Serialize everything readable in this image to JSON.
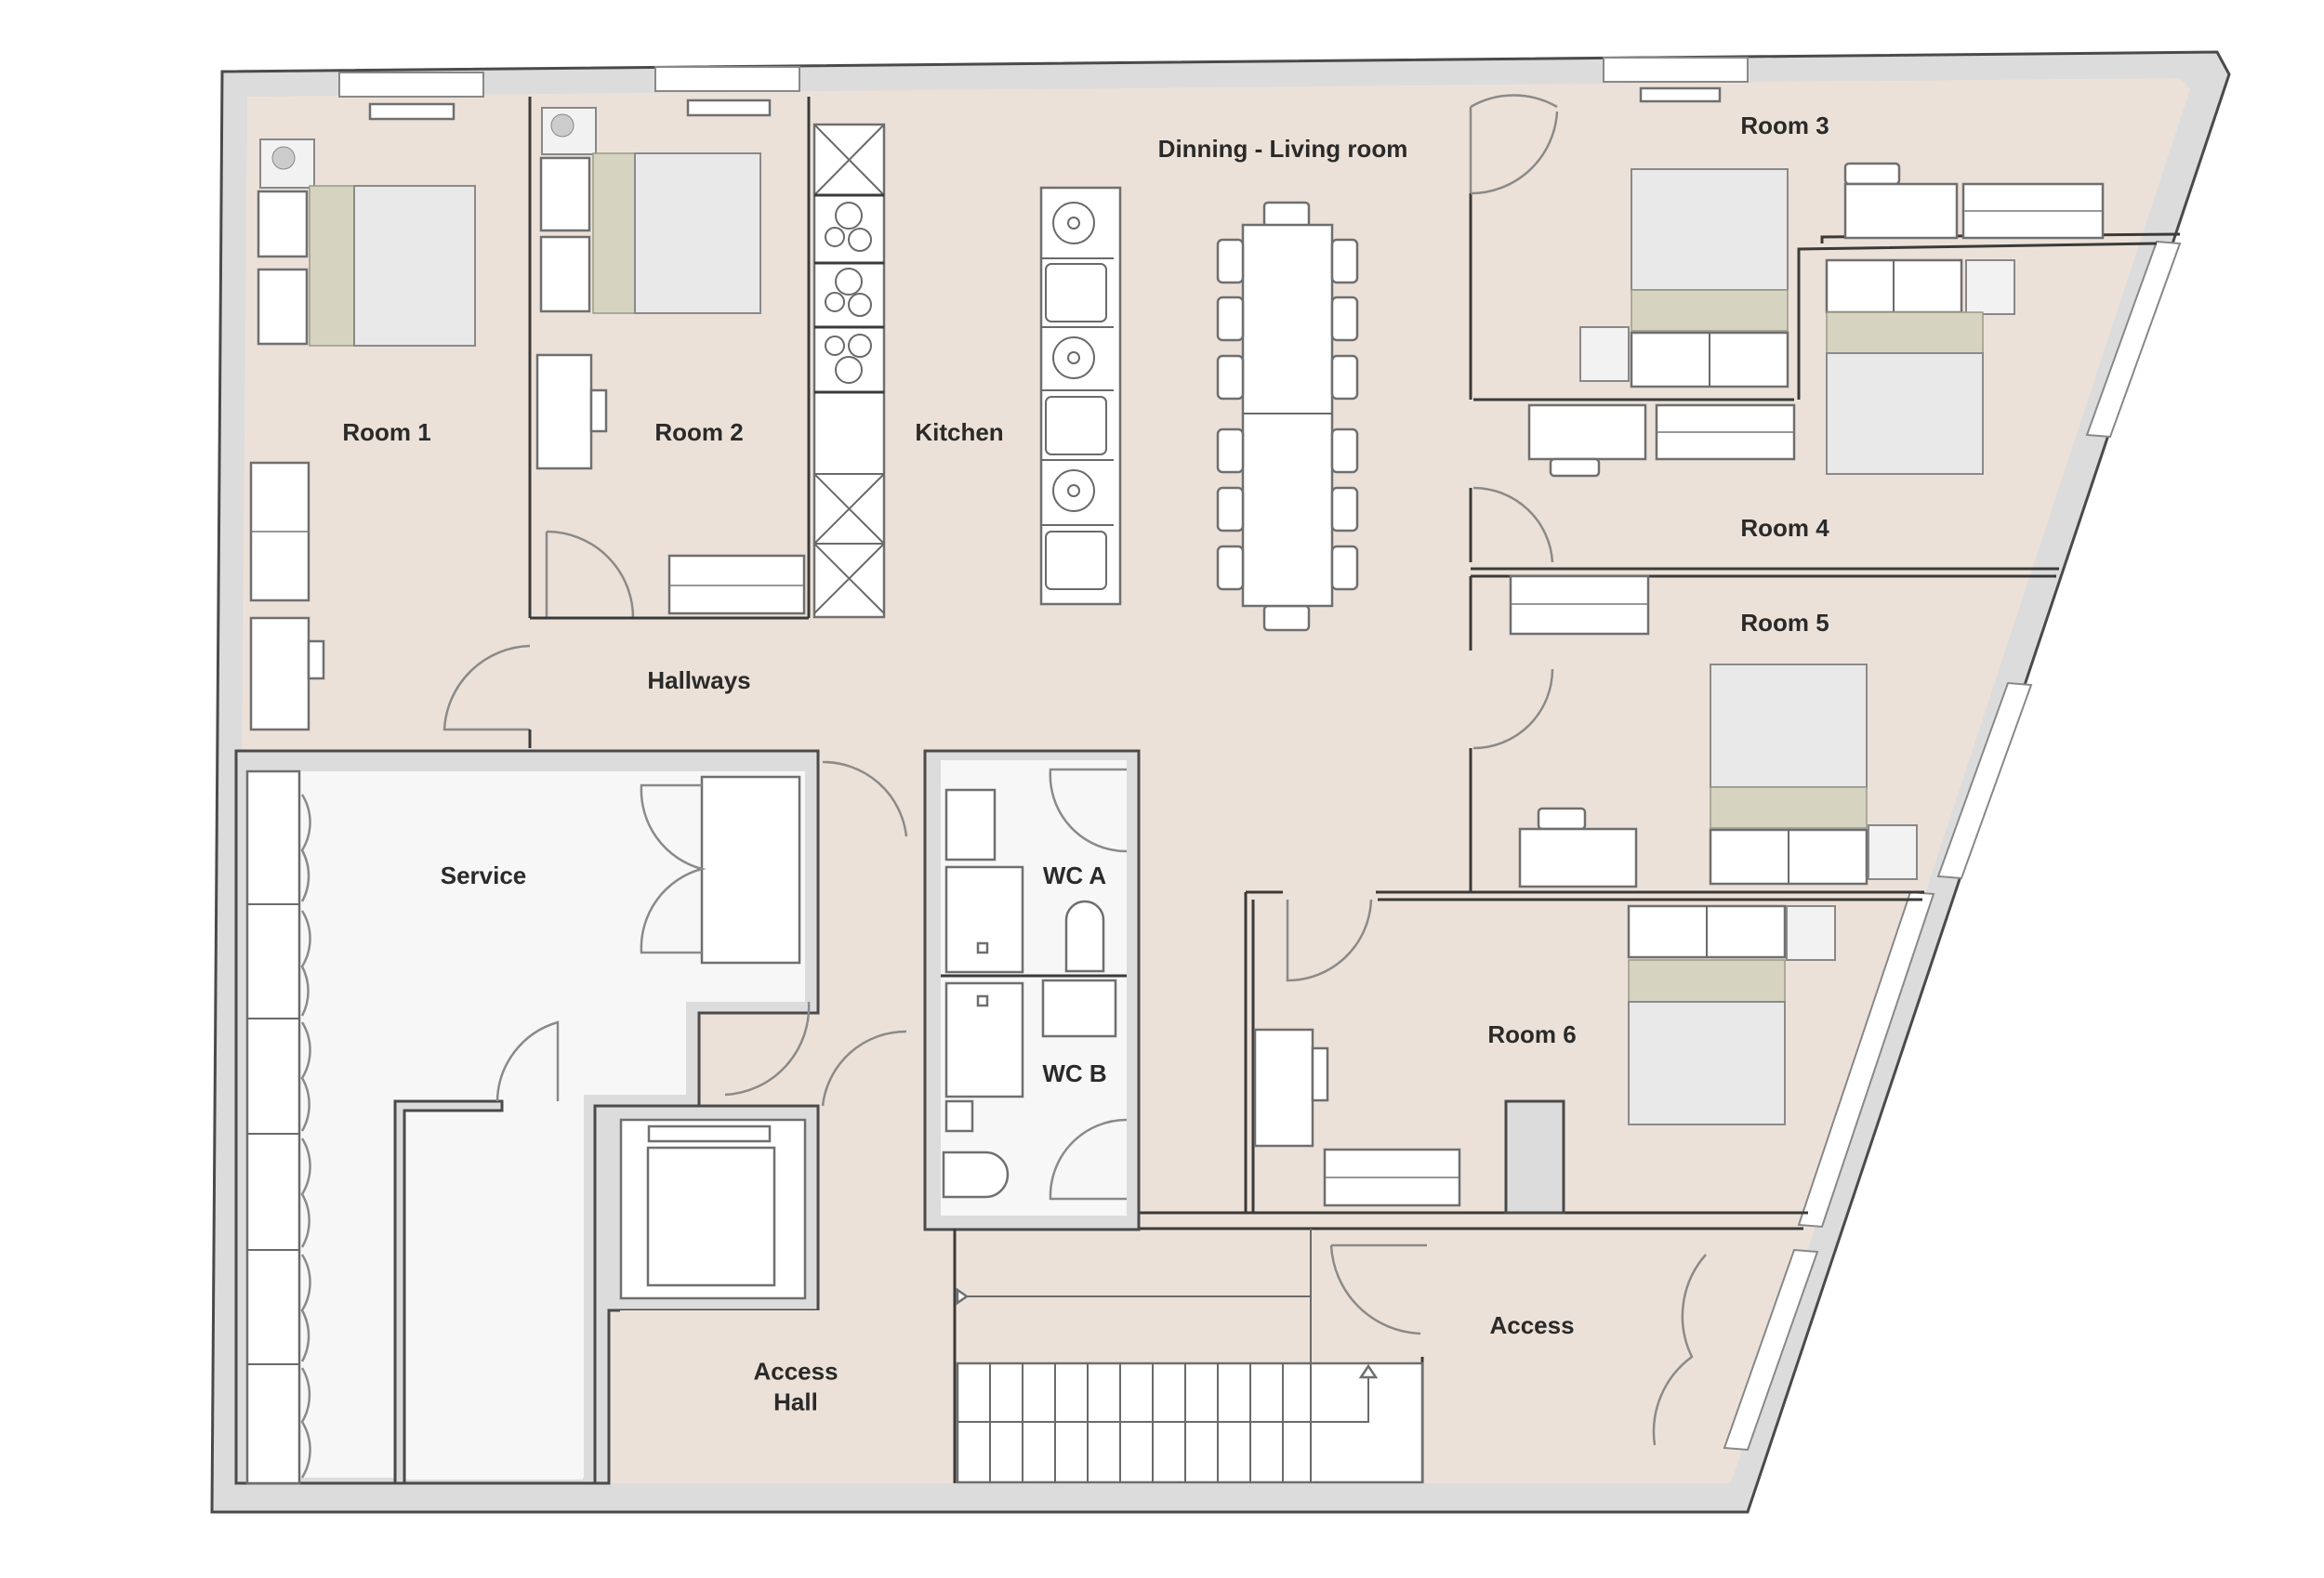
{
  "plan": {
    "type": "architectural-floor-plan",
    "colors": {
      "floor": "#ece1d8",
      "service_floor": "#f7f7f7",
      "wall_fill": "#dcdcdc",
      "wall_stroke": "#4a4a4a",
      "bed_band": "#d6d4c0"
    },
    "rooms": [
      {
        "id": "room1",
        "label": "Room 1"
      },
      {
        "id": "room2",
        "label": "Room 2"
      },
      {
        "id": "kitchen",
        "label": "Kitchen"
      },
      {
        "id": "dining",
        "label": "Dinning - Living room"
      },
      {
        "id": "room3",
        "label": "Room 3"
      },
      {
        "id": "room4",
        "label": "Room 4"
      },
      {
        "id": "room5",
        "label": "Room 5"
      },
      {
        "id": "room6",
        "label": "Room 6"
      },
      {
        "id": "hallways",
        "label": "Hallways"
      },
      {
        "id": "service",
        "label": "Service"
      },
      {
        "id": "wca",
        "label": "WC A"
      },
      {
        "id": "wcb",
        "label": "WC B"
      },
      {
        "id": "access_hall",
        "label": "Access\nHall",
        "lines": [
          "Access",
          "Hall"
        ]
      },
      {
        "id": "access",
        "label": "Access"
      }
    ],
    "furniture": {
      "beds": 6,
      "dining_chairs": 14,
      "dining_table_segments": 2,
      "kitchen_sinks_and_hobs": 6,
      "stair_treads": 11,
      "service_lockers": 6,
      "elevator": 1
    }
  }
}
